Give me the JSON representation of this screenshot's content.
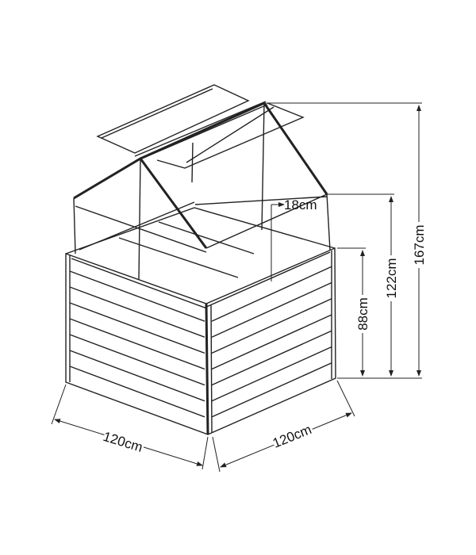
{
  "dimensions": {
    "width": "120cm",
    "depth": "120cm",
    "box_height": "88cm",
    "eave_height": "122cm",
    "total_height": "167cm",
    "roof_opening": "18cm"
  }
}
